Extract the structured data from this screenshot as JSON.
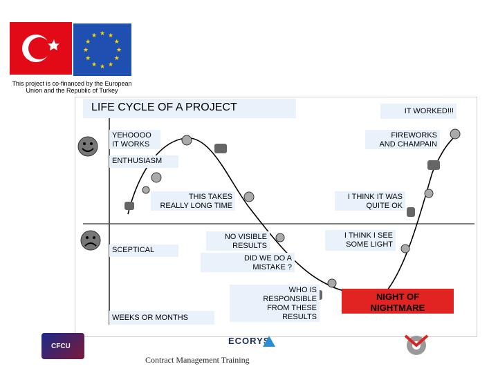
{
  "header": {
    "cofinance_line1": "This project is co-financed by the European",
    "cofinance_line2": "Union and the Republic of Turkey"
  },
  "diagram": {
    "title": "LIFE CYCLE OF A PROJECT",
    "labels": {
      "yehoooo_1": "YEHOOOO",
      "yehoooo_2": "IT WORKS",
      "enthusiasm": "ENTHUSIASM",
      "long_time_1": "THIS TAKES",
      "long_time_2": "REALLY LONG TIME",
      "sceptical": "SCEPTICAL",
      "no_results_1": "NO VISIBLE",
      "no_results_2": "RESULTS",
      "mistake_1": "DID WE DO A",
      "mistake_2": "MISTAKE ?",
      "responsible_1": "WHO IS",
      "responsible_2": "RESPONSIBLE",
      "responsible_3": "FROM THESE",
      "responsible_4": "RESULTS",
      "weeks": "WEEKS OR MONTHS",
      "it_worked": "IT WORKED!!!",
      "fireworks_1": "FIREWORKS",
      "fireworks_2": "AND CHAMPAIN",
      "quite_ok_1": "I THINK IT WAS",
      "quite_ok_2": "QUITE OK",
      "some_light_1": "I THINK I SEE",
      "some_light_2": "SOME LIGHT",
      "nightmare_1": "NIGHT OF",
      "nightmare_2": "NIGHTMARE"
    },
    "colors": {
      "label_bg": "#e9f2fa",
      "nightmare_bg": "#e12422",
      "curve": "#000000",
      "axis": "#555555"
    }
  },
  "footer": {
    "cfcu": "CFCU",
    "ecorys": "ECORYS",
    "training": "Contract Management Training"
  }
}
